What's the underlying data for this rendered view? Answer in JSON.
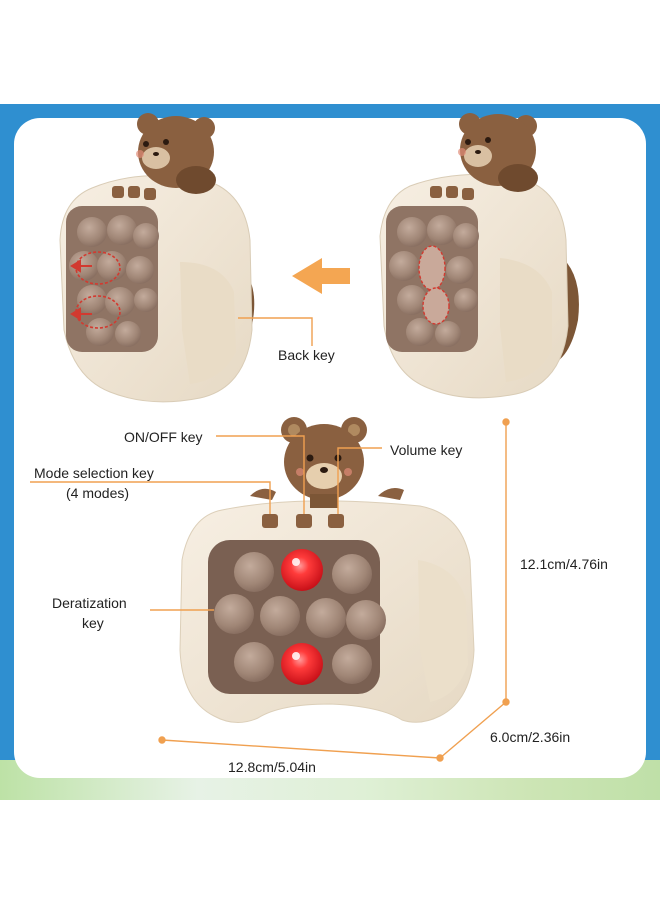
{
  "labels": {
    "back_key": "Back key",
    "on_off_key": "ON/OFF key",
    "volume_key": "Volume key",
    "mode_selection_key": "Mode selection key",
    "mode_selection_sub": "(4 modes)",
    "deratization_key_line1": "Deratization",
    "deratization_key_line2": "key",
    "height_dim": "12.1cm/4.76in",
    "width_dim": "12.8cm/5.04in",
    "depth_dim": "6.0cm/2.36in"
  },
  "colors": {
    "band_blue": "#2f8fd0",
    "shell_cream": "#f0e6d6",
    "bubble_brown": "#a0887a",
    "bear_brown": "#8a6040",
    "lit_red": "#e8232b",
    "guide_orange": "#f0a050"
  },
  "icons": {
    "arrow": "orange-left-arrow"
  }
}
